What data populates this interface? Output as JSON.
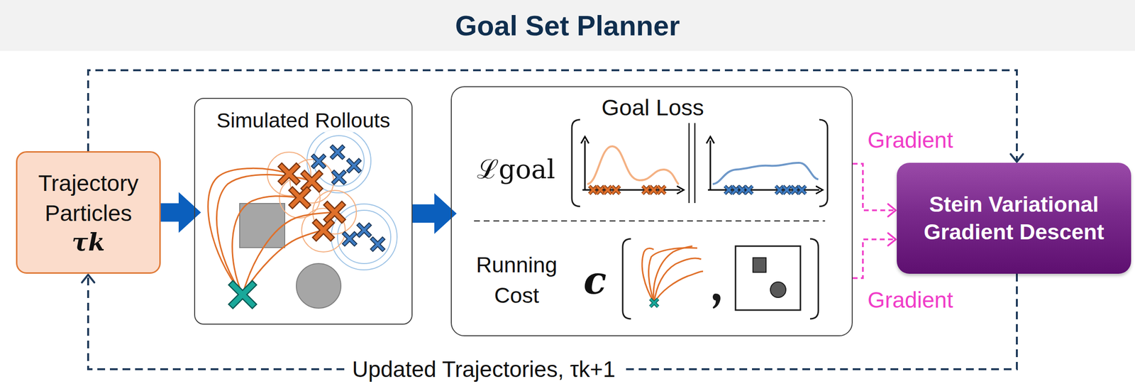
{
  "diagram": {
    "title": "Goal Set Planner",
    "nodes": [
      {
        "text": [
          "Trajectory Particles",
          "τk"
        ]
      },
      {
        "text": [
          "Simulated Rollouts"
        ]
      },
      {
        "text": [
          "Goal Loss",
          "ℒgoal",
          "Running Cost",
          "c"
        ]
      },
      {
        "text": [
          "Stein Variational Gradient Descent"
        ]
      }
    ],
    "edges": [
      {
        "from": 0,
        "to": 1,
        "arrow": "to"
      },
      {
        "from": 1,
        "to": 2,
        "arrow": "to"
      },
      {
        "from": 2,
        "to": 3,
        "label": "Gradient",
        "arrow": "to"
      },
      {
        "from": 2,
        "to": 3,
        "label": "Gradient",
        "arrow": "to"
      },
      {
        "from": 0,
        "to": 3,
        "arrow": "to"
      },
      {
        "from": 3,
        "to": 0,
        "label": "Updated Trajectories, τk+1",
        "arrow": "to"
      }
    ]
  }
}
